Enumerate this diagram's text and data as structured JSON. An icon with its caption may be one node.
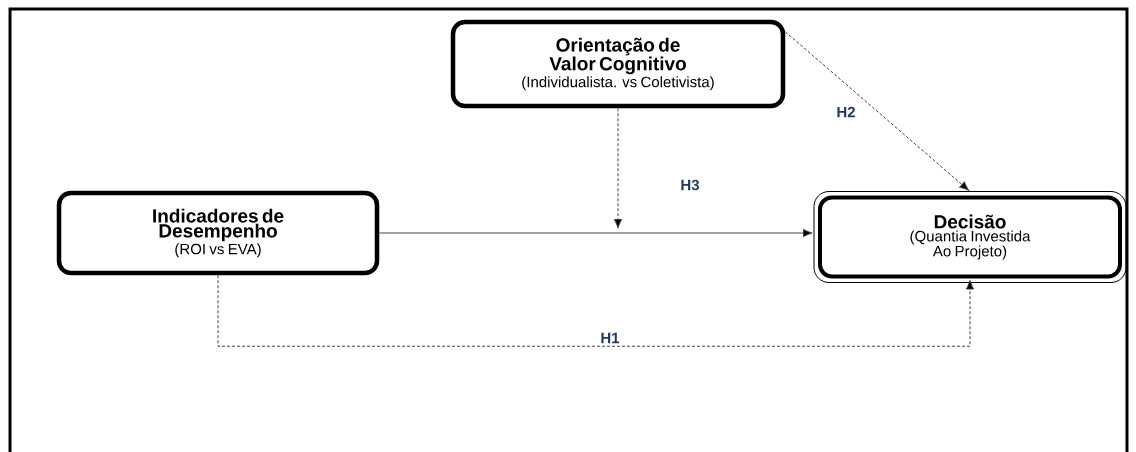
{
  "diagram": {
    "nodes": [
      {
        "text": [
          "Orientação de Valor Cognitivo",
          "(Individualista. vs Coletivista)"
        ]
      },
      {
        "text": [
          "Indicadores de Desempenho",
          "(ROI vs EVA)"
        ]
      },
      {
        "text": [
          "Decisão",
          "(Quantia Investida Ao Projeto)"
        ]
      }
    ],
    "edges": [
      {
        "from": 1,
        "to": 2,
        "arrow": "to"
      },
      {
        "from": 0,
        "to": null,
        "arrow": "to",
        "style": "dashed",
        "label": "H3"
      },
      {
        "from": 0,
        "to": 2,
        "arrow": "to",
        "style": "dashed",
        "label": "H2"
      },
      {
        "from": 1,
        "to": 2,
        "arrow": "to",
        "style": "dashed",
        "label": "H1"
      }
    ]
  }
}
